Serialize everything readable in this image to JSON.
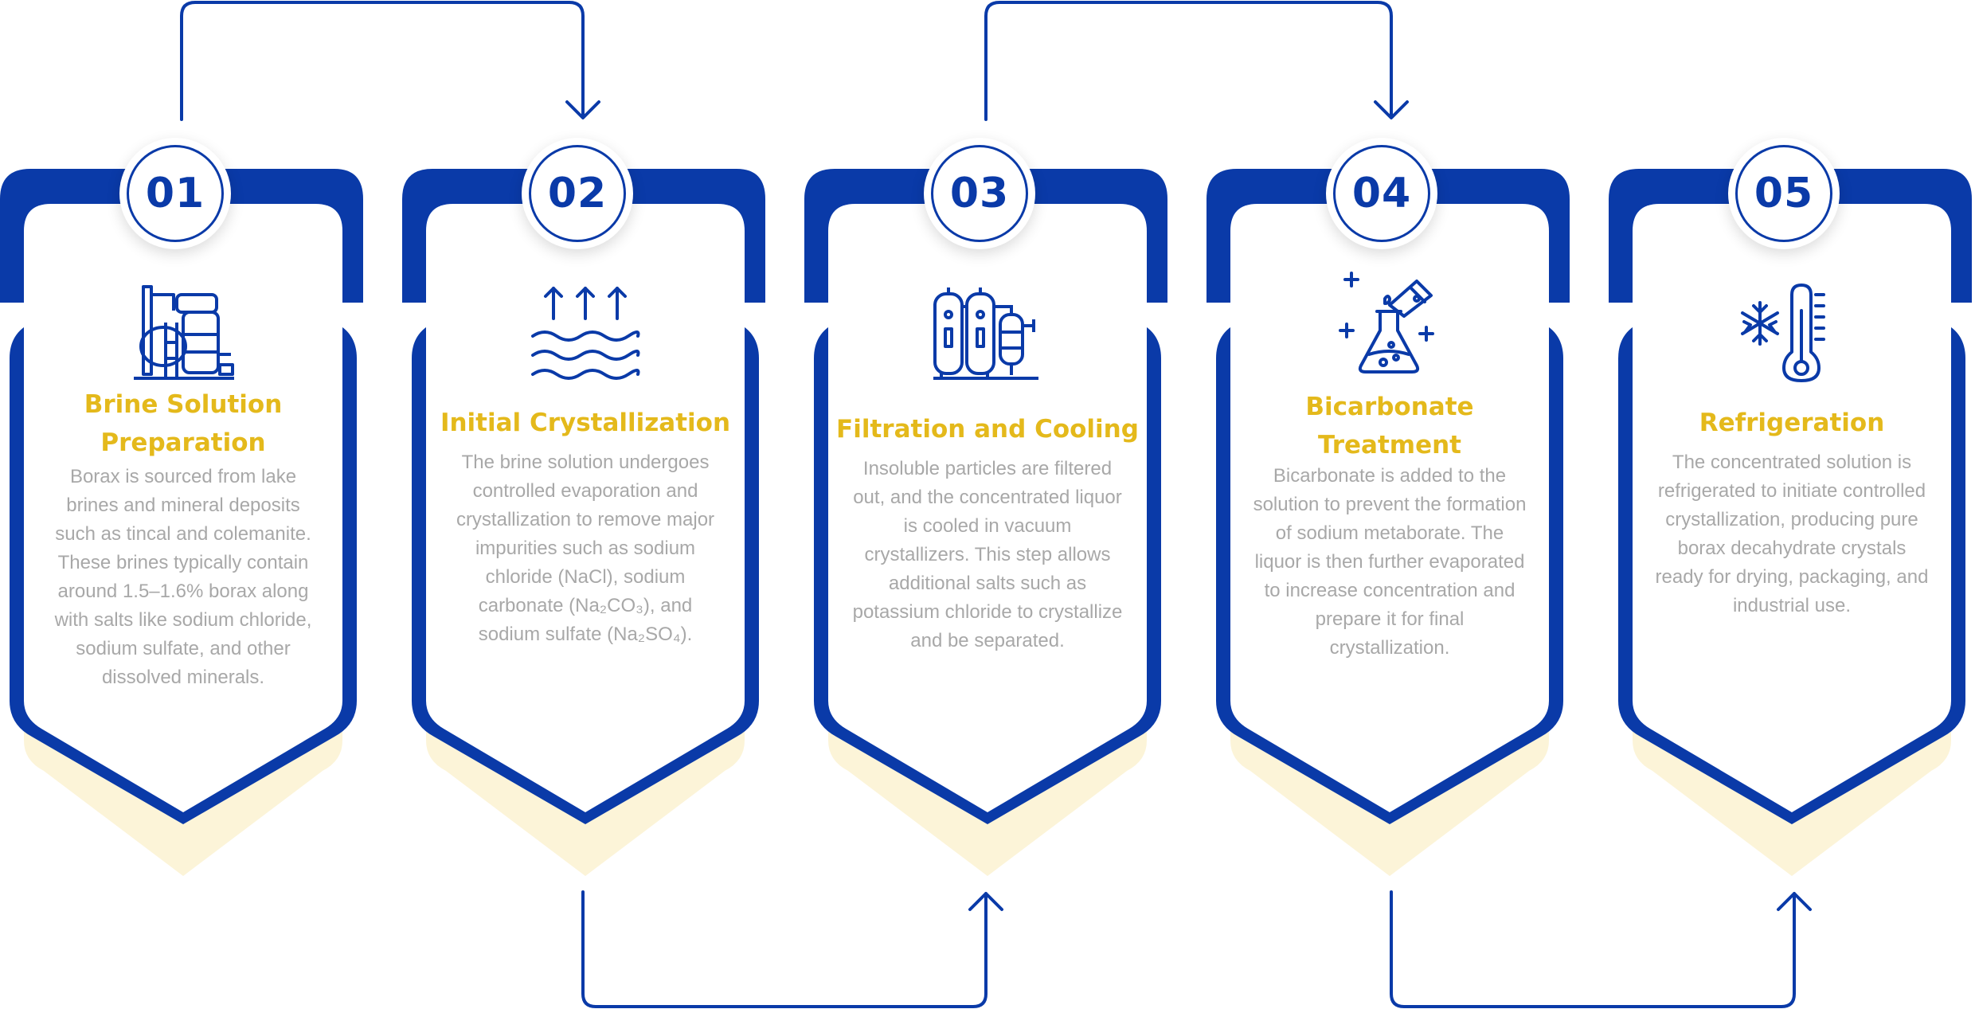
{
  "colors": {
    "primary": "#0a3aa8",
    "accent_text": "#e4b91b",
    "body_text": "#a8a8a8",
    "shadow": "#fcf4d8"
  },
  "steps": [
    {
      "number": "01",
      "icon": "industrial-tanks-icon",
      "title": "Brine Solution Preparation",
      "description": "Borax is sourced from lake brines and mineral deposits such as tincal and colemanite. These brines typically contain around 1.5–1.6% borax along with salts like sodium chloride, sodium sulfate, and other dissolved minerals."
    },
    {
      "number": "02",
      "icon": "evaporation-icon",
      "title": "Initial Crystallization",
      "description": "The brine solution undergoes controlled evaporation and crystallization to remove major impurities such as sodium chloride (NaCl), sodium carbonate (Na₂CO₃), and sodium sulfate (Na₂SO₄)."
    },
    {
      "number": "03",
      "icon": "filtration-unit-icon",
      "title": "Filtration and Cooling",
      "description": "Insoluble particles are filtered out, and the concentrated liquor is cooled in vacuum crystallizers. This step allows additional salts such as potassium chloride to crystallize and be separated."
    },
    {
      "number": "04",
      "icon": "chemistry-flask-icon",
      "title": "Bicarbonate Treatment",
      "description": "Bicarbonate is added to the solution to prevent the formation of sodium metaborate. The liquor is then further evaporated to increase concentration and prepare it for final crystallization."
    },
    {
      "number": "05",
      "icon": "refrigeration-thermometer-icon",
      "title": "Refrigeration",
      "description": "The concentrated solution is refrigerated to initiate controlled crystallization, producing pure borax decahydrate crystals ready for drying, packaging, and industrial use."
    }
  ]
}
